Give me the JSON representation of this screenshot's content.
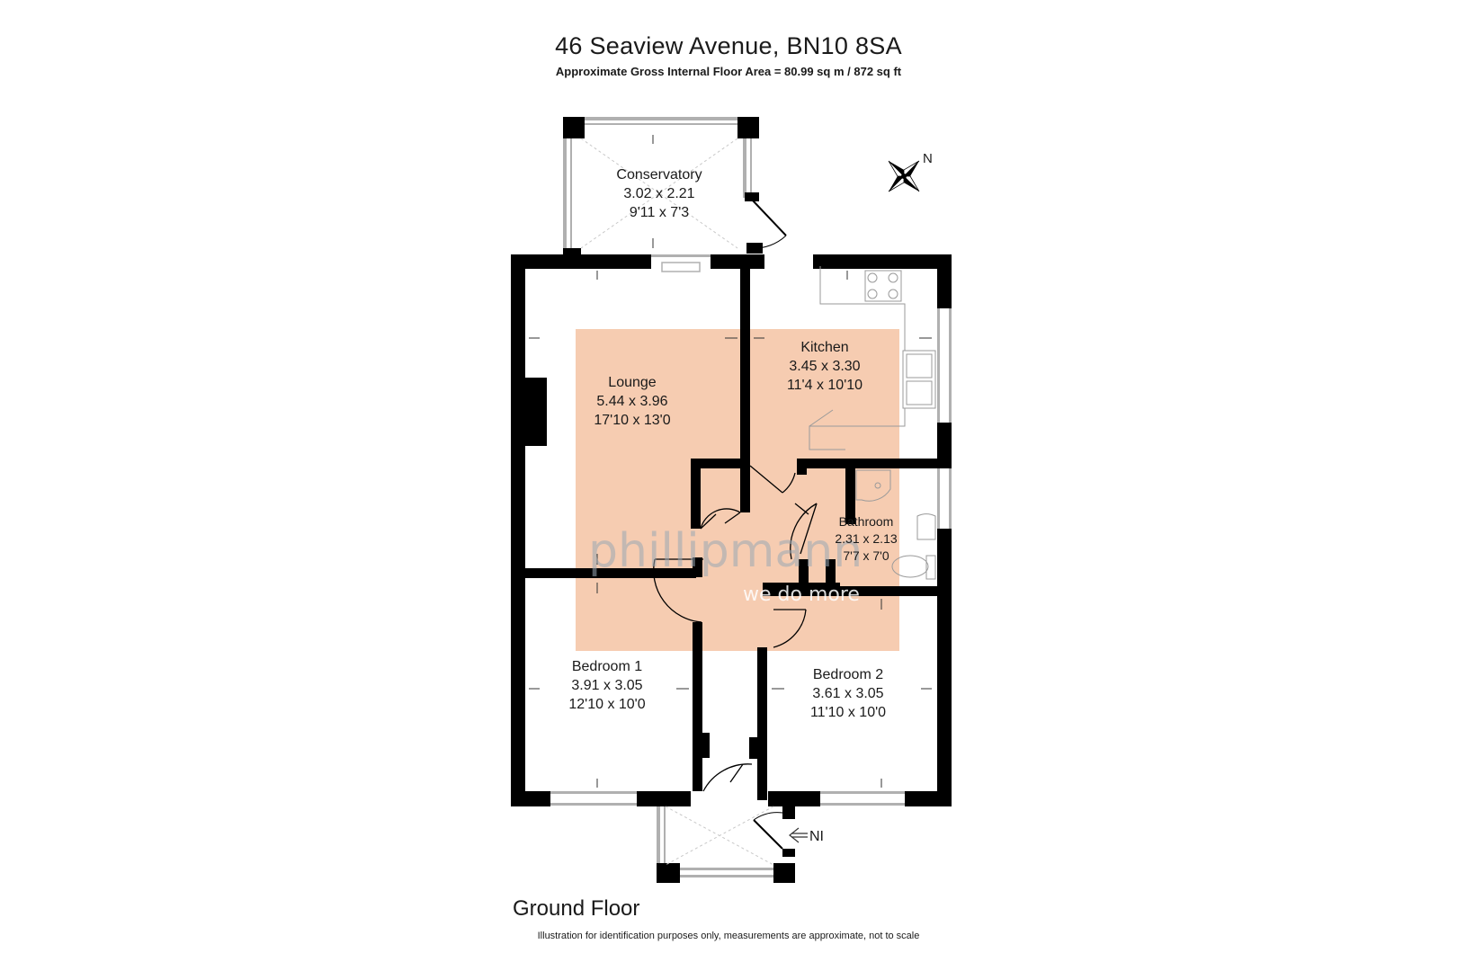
{
  "header": {
    "title": "46 Seaview Avenue, BN10 8SA",
    "subtitle": "Approximate Gross Internal Floor Area = 80.99 sq m / 872 sq ft"
  },
  "floor_label": "Ground Floor",
  "disclaimer": "Illustration for identification purposes only, measurements are approximate, not to scale",
  "compass": {
    "label": "N",
    "icon": "compass-rose-icon"
  },
  "entrance": {
    "label": "NI"
  },
  "watermark": {
    "brand_part1": "phillip",
    "brand_part2": "mann",
    "tagline": "we do more"
  },
  "colors": {
    "wall": "#000000",
    "highlight": "#f6ccb1",
    "watermark_gray": "#9aa8b4"
  },
  "rooms": {
    "conservatory": {
      "name": "Conservatory",
      "metric": "3.02 x 2.21",
      "imperial": "9'11 x 7'3"
    },
    "lounge": {
      "name": "Lounge",
      "metric": "5.44 x 3.96",
      "imperial": "17'10 x 13'0"
    },
    "kitchen": {
      "name": "Kitchen",
      "metric": "3.45 x 3.30",
      "imperial": "11'4 x 10'10"
    },
    "bathroom": {
      "name": "Bathroom",
      "metric": "2.31 x 2.13",
      "imperial": "7'7 x 7'0"
    },
    "bedroom1": {
      "name": "Bedroom 1",
      "metric": "3.91 x 3.05",
      "imperial": "12'10 x 10'0"
    },
    "bedroom2": {
      "name": "Bedroom 2",
      "metric": "3.61 x 3.05",
      "imperial": "11'10 x 10'0"
    }
  }
}
